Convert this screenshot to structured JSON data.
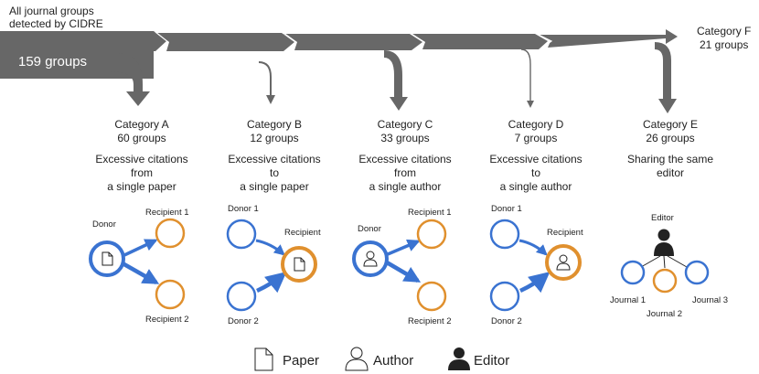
{
  "flow": {
    "source_label_line1": "All journal groups",
    "source_label_line2": "detected by CIDRE",
    "total": "159 groups",
    "end_title": "Category F",
    "end_count": "21 groups"
  },
  "categories": [
    {
      "title": "Category A",
      "count": "60 groups",
      "desc": [
        "Excessive citations",
        "from",
        "a single paper"
      ]
    },
    {
      "title": "Category B",
      "count": "12 groups",
      "desc": [
        "Excessive citations",
        "to",
        "a single paper"
      ]
    },
    {
      "title": "Category C",
      "count": "33 groups",
      "desc": [
        "Excessive citations",
        "from",
        "a single author"
      ]
    },
    {
      "title": "Category D",
      "count": "7 groups",
      "desc": [
        "Excessive citations",
        "to",
        "a single author"
      ]
    },
    {
      "title": "Category E",
      "count": "26 groups",
      "desc": [
        "Sharing the same",
        "editor"
      ]
    }
  ],
  "diagrams": {
    "a": {
      "donor": "Donor",
      "recipient1": "Recipient 1",
      "recipient2": "Recipient 2"
    },
    "b": {
      "donor1": "Donor 1",
      "donor2": "Donor 2",
      "recipient": "Recipient"
    },
    "c": {
      "donor": "Donor",
      "recipient1": "Recipient 1",
      "recipient2": "Recipient 2"
    },
    "d": {
      "donor1": "Donor 1",
      "donor2": "Donor 2",
      "recipient": "Recipient"
    },
    "e": {
      "editor": "Editor",
      "journal1": "Journal 1",
      "journal2": "Journal 2",
      "journal3": "Journal 3"
    }
  },
  "legend": {
    "paper": "Paper",
    "author": "Author",
    "editor": "Editor"
  },
  "colors": {
    "flow": "#666666",
    "donor": "#3a73d1",
    "recipient": "#e0902e",
    "editor": "#222222"
  }
}
